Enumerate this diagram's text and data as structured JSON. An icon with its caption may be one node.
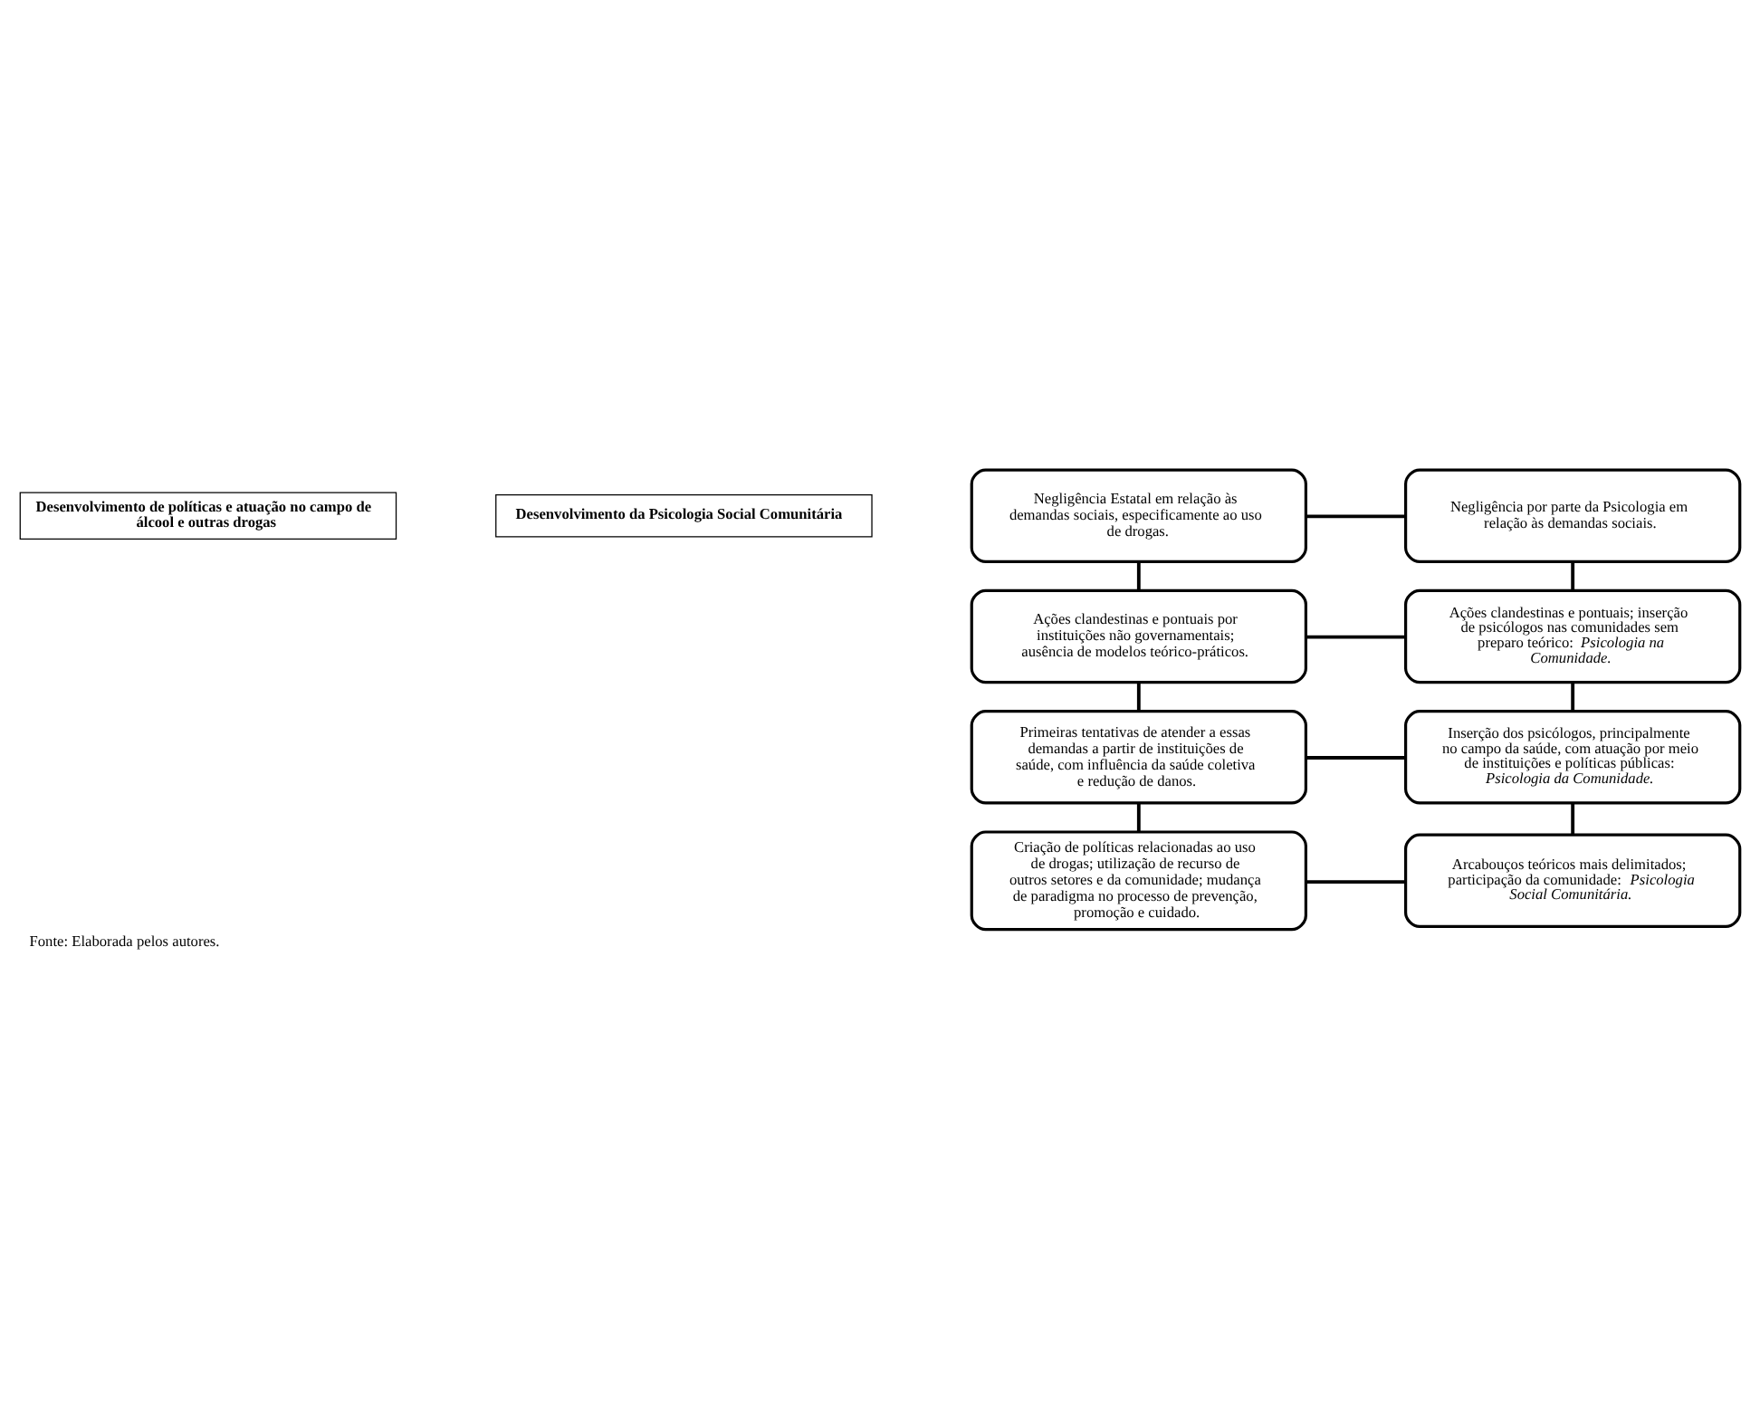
{
  "diagram": {
    "caption": "Fonte: Elaborada pelos autores.",
    "nodes": [
      {
        "text": [
          "Desenvolvimento de políticas e atuação no campo de álcool e outras drogas"
        ]
      },
      {
        "text": [
          "Desenvolvimento da Psicologia Social Comunitária"
        ]
      },
      {
        "text": [
          "Negligência Estatal em relação às demandas sociais, especificamente ao uso de drogas."
        ]
      },
      {
        "text": [
          "Negligência por parte da Psicologia em relação às demandas sociais."
        ]
      },
      {
        "text": [
          "Ações clandestinas e pontuais por instituições não governamentais; ausência de modelos teórico-práticos."
        ]
      },
      {
        "text": [
          "Ações clandestinas e pontuais; inserção de psicólogos nas comunidades sem preparo teórico: *Psicologia na Comunidade.*"
        ]
      },
      {
        "text": [
          "Primeiras tentativas de atender a essas demandas a partir de instituições de saúde, com influência da saúde coletiva e redução de danos."
        ]
      },
      {
        "text": [
          "Inserção dos psicólogos, principalmente no campo da saúde, com atuação por meio de instituições e políticas públicas: *Psicologia da Comunidade.*"
        ]
      },
      {
        "text": [
          "Criação de políticas relacionadas ao uso de drogas; utilização de recurso de outros setores e da comunidade; mudança de paradigma no processo de prevenção, promoção e cuidado."
        ]
      },
      {
        "text": [
          "Arcabouços teóricos mais delimitados; participação da comunidade: *Psicologia Social Comunitária.*"
        ]
      }
    ],
    "edges": [
      {
        "from": 2,
        "to": 3,
        "arrow": "none"
      },
      {
        "from": 2,
        "to": 4,
        "arrow": "none"
      },
      {
        "from": 3,
        "to": 5,
        "arrow": "none"
      },
      {
        "from": 4,
        "to": 5,
        "arrow": "none"
      },
      {
        "from": 4,
        "to": 6,
        "arrow": "none"
      },
      {
        "from": 5,
        "to": 7,
        "arrow": "none"
      },
      {
        "from": 6,
        "to": 7,
        "arrow": "none"
      },
      {
        "from": 6,
        "to": 8,
        "arrow": "none"
      },
      {
        "from": 7,
        "to": 9,
        "arrow": "none"
      },
      {
        "from": 8,
        "to": 9,
        "arrow": "none"
      }
    ]
  }
}
